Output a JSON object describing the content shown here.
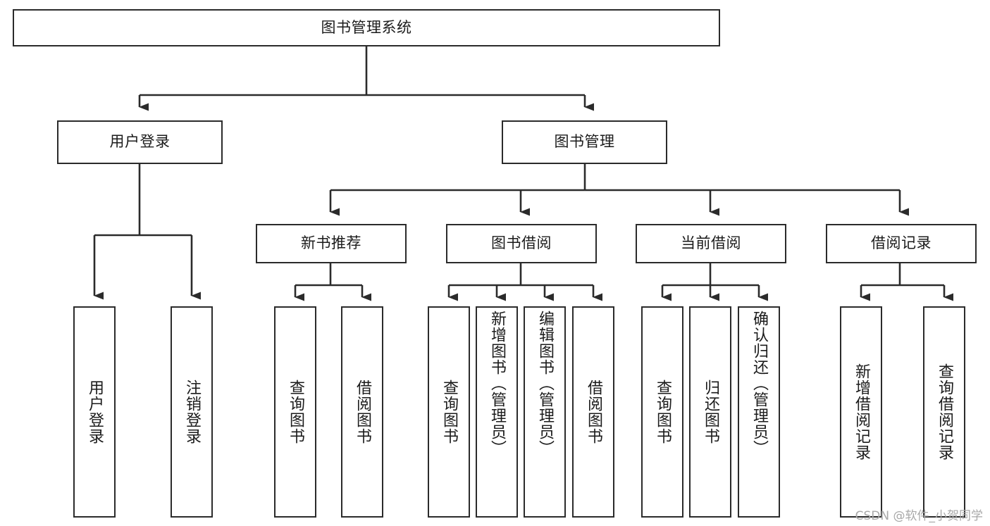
{
  "diagram": {
    "title": "图书管理系统",
    "watermark": "CSDN @软件_小贺同学",
    "root": {
      "label": "图书管理系统"
    },
    "level2": [
      {
        "label": "用户登录"
      },
      {
        "label": "图书管理"
      }
    ],
    "level3": [
      {
        "label": "新书推荐"
      },
      {
        "label": "图书借阅"
      },
      {
        "label": "当前借阅"
      },
      {
        "label": "借阅记录"
      }
    ],
    "leaves": {
      "user_login": [
        {
          "label": "用户登录"
        },
        {
          "label": "注销登录"
        }
      ],
      "new_book_recommend": [
        {
          "label": "查询图书"
        },
        {
          "label": "借阅图书"
        }
      ],
      "book_borrow": [
        {
          "label": "查询图书"
        },
        {
          "label": "新增图书（管理员）"
        },
        {
          "label": "编辑图书（管理员）"
        },
        {
          "label": "借阅图书"
        }
      ],
      "current_borrow": [
        {
          "label": "查询图书"
        },
        {
          "label": "归还图书"
        },
        {
          "label": "确认归还（管理员）"
        }
      ],
      "borrow_record": [
        {
          "label": "新增借阅记录"
        },
        {
          "label": "查询借阅记录"
        }
      ]
    }
  },
  "chart_data": {
    "type": "diagram",
    "subtype": "tree-hierarchy",
    "title": "图书管理系统",
    "orientation": "top-down",
    "nodes": [
      {
        "id": "root",
        "label": "图书管理系统",
        "level": 0,
        "parent": null
      },
      {
        "id": "n-user-login",
        "label": "用户登录",
        "level": 1,
        "parent": "root"
      },
      {
        "id": "n-book-manage",
        "label": "图书管理",
        "level": 1,
        "parent": "root"
      },
      {
        "id": "n-new-book",
        "label": "新书推荐",
        "level": 2,
        "parent": "n-book-manage"
      },
      {
        "id": "n-borrow",
        "label": "图书借阅",
        "level": 2,
        "parent": "n-book-manage"
      },
      {
        "id": "n-current",
        "label": "当前借阅",
        "level": 2,
        "parent": "n-book-manage"
      },
      {
        "id": "n-record",
        "label": "借阅记录",
        "level": 2,
        "parent": "n-book-manage"
      },
      {
        "id": "l-user-login",
        "label": "用户登录",
        "level": 2,
        "parent": "n-user-login"
      },
      {
        "id": "l-logout",
        "label": "注销登录",
        "level": 2,
        "parent": "n-user-login"
      },
      {
        "id": "l-nb-query",
        "label": "查询图书",
        "level": 3,
        "parent": "n-new-book"
      },
      {
        "id": "l-nb-borrow",
        "label": "借阅图书",
        "level": 3,
        "parent": "n-new-book"
      },
      {
        "id": "l-bb-query",
        "label": "查询图书",
        "level": 3,
        "parent": "n-borrow"
      },
      {
        "id": "l-bb-add",
        "label": "新增图书（管理员）",
        "level": 3,
        "parent": "n-borrow"
      },
      {
        "id": "l-bb-edit",
        "label": "编辑图书（管理员）",
        "level": 3,
        "parent": "n-borrow"
      },
      {
        "id": "l-bb-borrow",
        "label": "借阅图书",
        "level": 3,
        "parent": "n-borrow"
      },
      {
        "id": "l-cb-query",
        "label": "查询图书",
        "level": 3,
        "parent": "n-current"
      },
      {
        "id": "l-cb-return",
        "label": "归还图书",
        "level": 3,
        "parent": "n-current"
      },
      {
        "id": "l-cb-confirm",
        "label": "确认归还（管理员）",
        "level": 3,
        "parent": "n-current"
      },
      {
        "id": "l-br-add",
        "label": "新增借阅记录",
        "level": 3,
        "parent": "n-record"
      },
      {
        "id": "l-br-query",
        "label": "查询借阅记录",
        "level": 3,
        "parent": "n-record"
      }
    ],
    "edges": [
      {
        "from": "root",
        "to": "n-user-login"
      },
      {
        "from": "root",
        "to": "n-book-manage"
      },
      {
        "from": "n-book-manage",
        "to": "n-new-book"
      },
      {
        "from": "n-book-manage",
        "to": "n-borrow"
      },
      {
        "from": "n-book-manage",
        "to": "n-current"
      },
      {
        "from": "n-book-manage",
        "to": "n-record"
      },
      {
        "from": "n-user-login",
        "to": "l-user-login"
      },
      {
        "from": "n-user-login",
        "to": "l-logout"
      },
      {
        "from": "n-new-book",
        "to": "l-nb-query"
      },
      {
        "from": "n-new-book",
        "to": "l-nb-borrow"
      },
      {
        "from": "n-borrow",
        "to": "l-bb-query"
      },
      {
        "from": "n-borrow",
        "to": "l-bb-add"
      },
      {
        "from": "n-borrow",
        "to": "l-bb-edit"
      },
      {
        "from": "n-borrow",
        "to": "l-bb-borrow"
      },
      {
        "from": "n-current",
        "to": "l-cb-query"
      },
      {
        "from": "n-current",
        "to": "l-cb-return"
      },
      {
        "from": "n-current",
        "to": "l-cb-confirm"
      },
      {
        "from": "n-record",
        "to": "l-br-add"
      },
      {
        "from": "n-record",
        "to": "l-br-query"
      }
    ],
    "colors": {
      "node_border": "#2b2b2b",
      "node_fill": "#ffffff",
      "edge": "#2b2b2b",
      "text": "#1b1b1b",
      "watermark": "#a8a8a8"
    }
  }
}
